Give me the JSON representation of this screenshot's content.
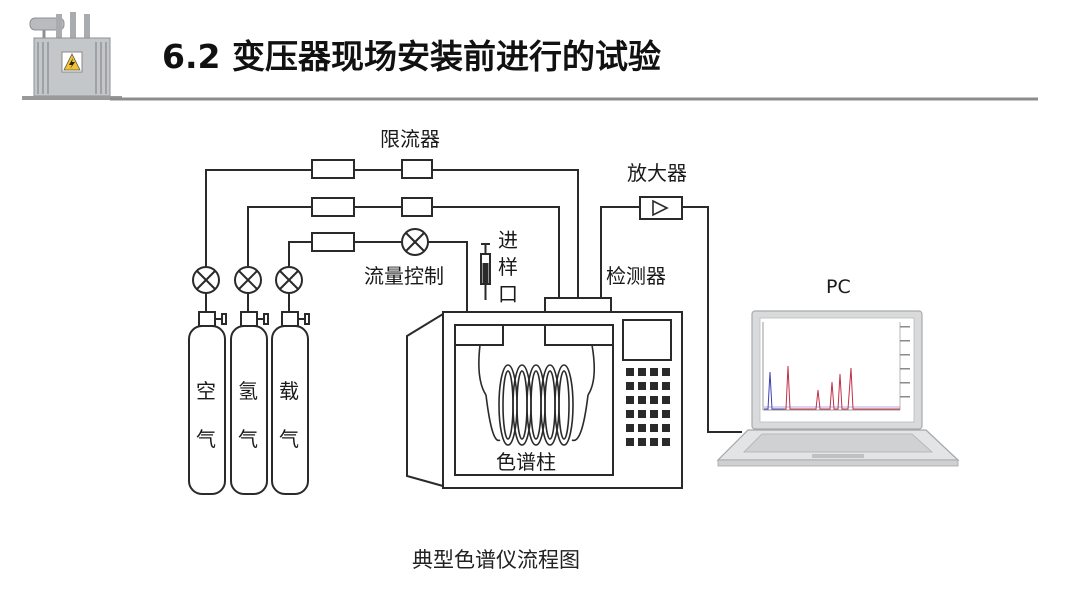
{
  "header": {
    "title": "6.2 变压器现场安装前进行的试验",
    "logo_icon": "power-transformer-icon",
    "rule_color": "#8c8c8c"
  },
  "diagram": {
    "labels": {
      "flow_limiter": "限流器",
      "flow_control": "流量控制",
      "injection_port": [
        "进",
        "样",
        "口"
      ],
      "amplifier": "放大器",
      "detector": "检测器",
      "column": "色谱柱",
      "pc": "PC"
    },
    "cylinders": [
      {
        "name": "air",
        "label": [
          "空",
          "气"
        ]
      },
      {
        "name": "hydrogen",
        "label": [
          "氢",
          "气"
        ]
      },
      {
        "name": "carrier-gas",
        "label": [
          "载",
          "气"
        ]
      }
    ],
    "line_color": "#2a2a2a"
  },
  "caption": "典型色谱仪流程图"
}
